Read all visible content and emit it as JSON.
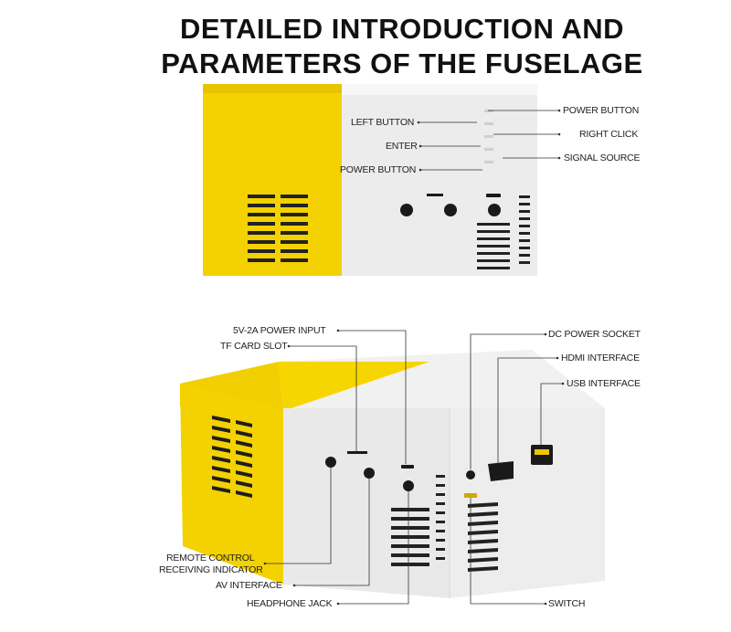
{
  "title": {
    "line1": "DETAILED INTRODUCTION AND",
    "line2": "PARAMETERS OF THE FUSELAGE"
  },
  "top_view": {
    "labels": {
      "power_button_right": "POWER BUTTON",
      "right_click": "RIGHT CLICK",
      "signal_source": "SIGNAL SOURCE",
      "left_button": "LEFT BUTTON",
      "enter": "ENTER",
      "power_button_left": "POWER BUTTON"
    }
  },
  "bottom_view": {
    "labels": {
      "power_input": "5V-2A POWER INPUT",
      "tf_card_slot": "TF CARD SLOT",
      "dc_power_socket": "DC POWER SOCKET",
      "hdmi_interface": "HDMI INTERFACE",
      "usb_interface": "USB INTERFACE",
      "remote_control_line1": "REMOTE CONTROL",
      "remote_control_line2": "RECEIVING INDICATOR",
      "av_interface": "AV INTERFACE",
      "headphone_jack": "HEADPHONE JACK",
      "switch": "SWITCH"
    }
  },
  "colors": {
    "body_yellow": "#f4d100",
    "body_white": "#eeeeee",
    "vent": "#1a1a1a"
  }
}
